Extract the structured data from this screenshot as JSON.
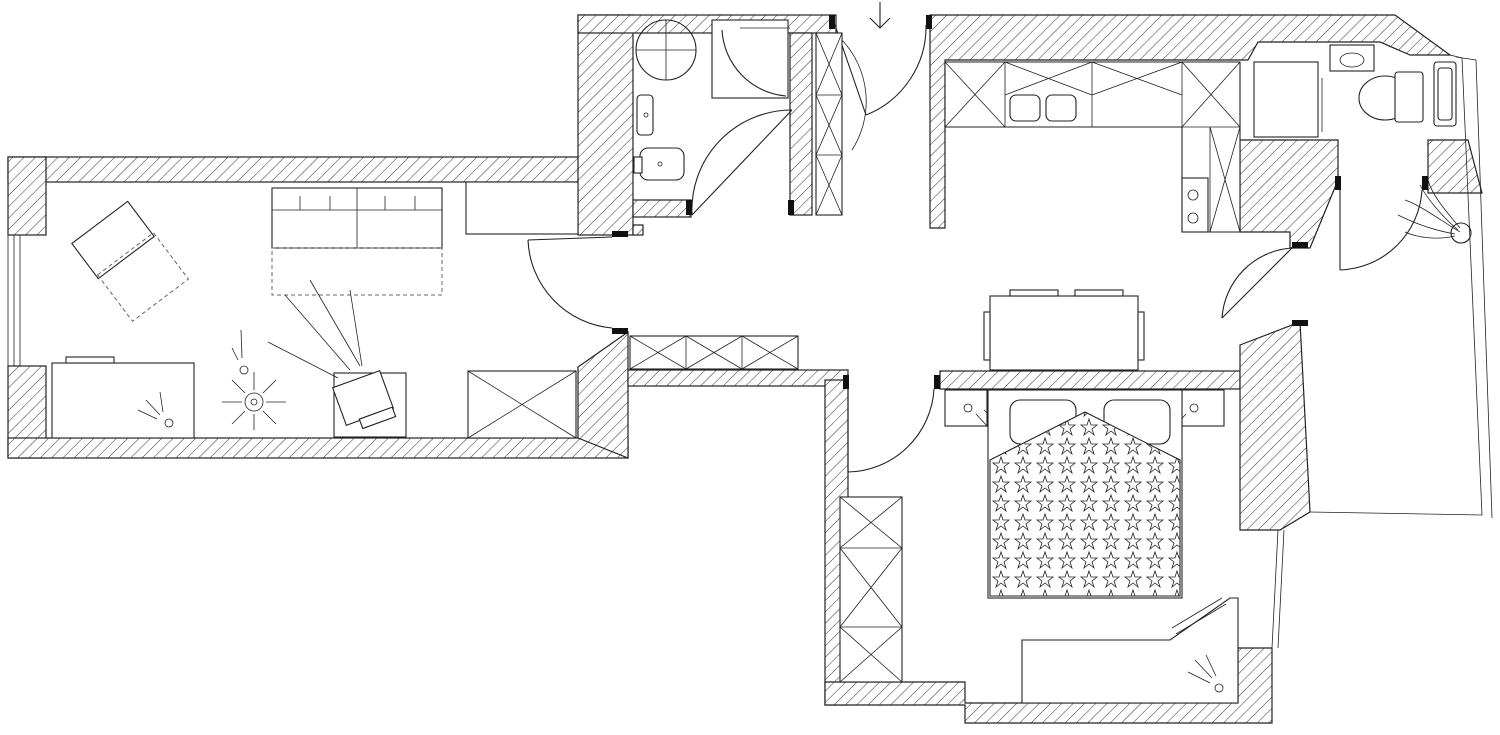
{
  "plan": {
    "rooms": [
      "living-room",
      "bathroom",
      "entrance-hall",
      "kitchen",
      "wc",
      "dining-area",
      "bedroom",
      "balcony"
    ],
    "entrance_marker": "arrow-down-icon"
  }
}
